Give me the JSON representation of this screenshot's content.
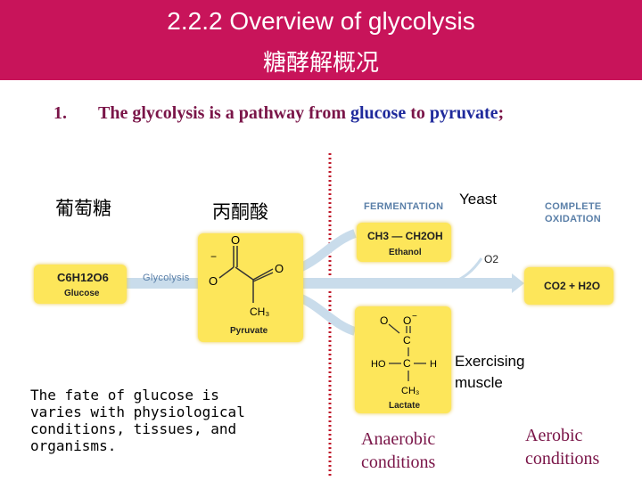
{
  "banner": {
    "title": "2.2.2  Overview of glycolysis",
    "subtitle": "糖酵解概况"
  },
  "point": {
    "number": "1.",
    "text_before": "The glycolysis is a pathway from ",
    "glucose": "glucose",
    "to": " to ",
    "pyruvate": "pyruvate",
    "semicolon": ";"
  },
  "cjk": {
    "glucose": "葡萄糖",
    "pyruvate": "丙酮酸"
  },
  "diagram": {
    "glucose_formula": "C6H12O6",
    "glucose_label": "Glucose",
    "glycolysis_label": "Glycolysis",
    "pyruvate_label": "Pyruvate",
    "fermentation": "FERMENTATION",
    "complete": "COMPLETE",
    "oxidation": "OXIDATION",
    "ethanol_formula": "CH3 — CH2OH",
    "ethanol_label": "Ethanol",
    "o2": "O2",
    "co2_h2o": "CO2 + H2O",
    "lactate_label": "Lactate"
  },
  "yeast": "Yeast",
  "exercising": "Exercising",
  "muscle": "muscle",
  "fate_note": [
    "The fate of glucose is",
    "varies with physiological",
    "conditions, tissues, and",
    "organisms."
  ],
  "anaerobic": [
    "Anaerobic",
    "conditions"
  ],
  "aerobic": [
    "Aerobic",
    "conditions"
  ],
  "colors": {
    "banner": "#c8145a",
    "maroon_text": "#7a1548",
    "blue_text": "#1f2a9c",
    "box_yellow": "#fde65a",
    "divider": "#c0182a"
  }
}
